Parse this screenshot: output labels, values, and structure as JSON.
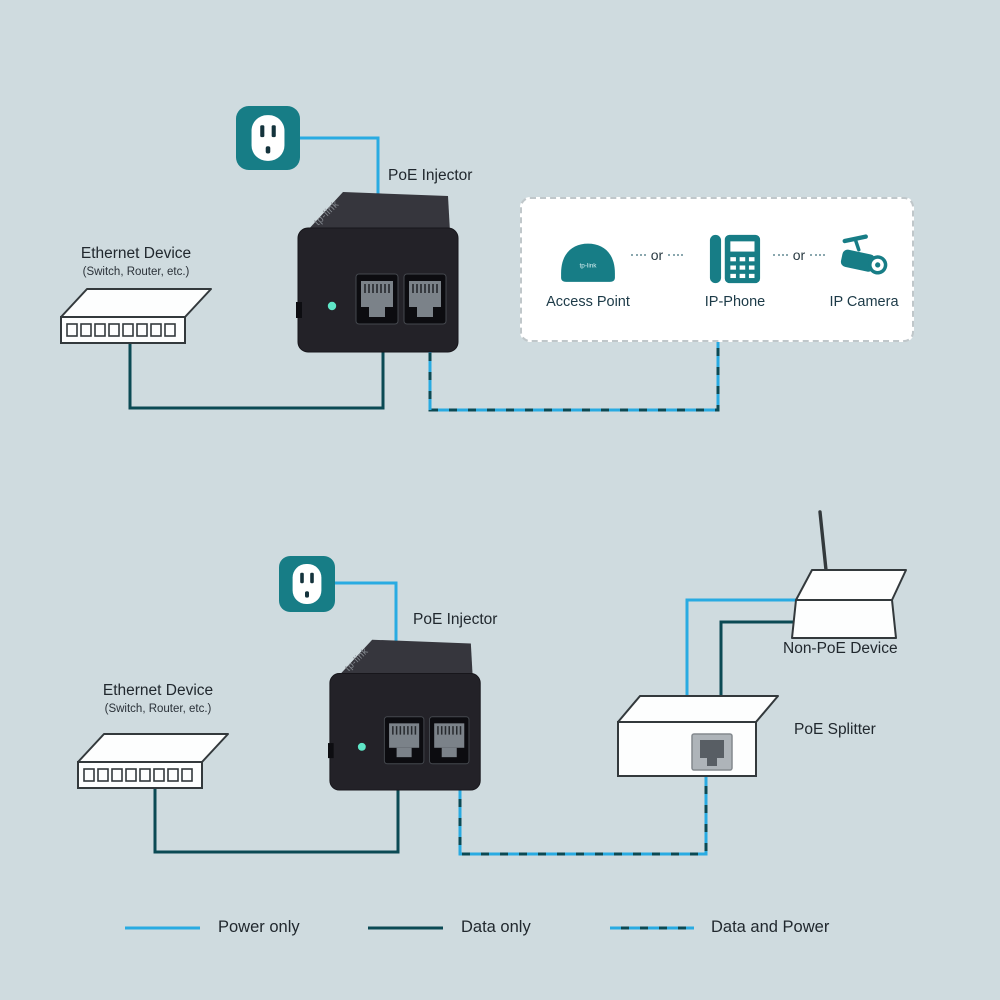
{
  "colors": {
    "background": "#cfdbdf",
    "power_line": "#29abe2",
    "data_line": "#0b4a54",
    "data_power_dash": "#29abe2",
    "icon_teal": "#177d86",
    "device_body": "#232228",
    "led_green": "#5ee6c7",
    "panel_border": "#c0c7ca"
  },
  "brand": "tp-link",
  "top": {
    "injector_label": "PoE Injector",
    "ethernet_device": {
      "title": "Ethernet Device",
      "subtitle": "(Switch, Router, etc.)"
    },
    "panel": {
      "or": "or",
      "items": [
        {
          "label": "Access Point"
        },
        {
          "label": "IP-Phone"
        },
        {
          "label": "IP Camera"
        }
      ]
    }
  },
  "bottom": {
    "injector_label": "PoE Injector",
    "ethernet_device": {
      "title": "Ethernet Device",
      "subtitle": "(Switch, Router, etc.)"
    },
    "non_poe_label": "Non-PoE Device",
    "splitter_label": "PoE Splitter"
  },
  "legend": {
    "power": "Power only",
    "data": "Data only",
    "data_power": "Data and Power"
  }
}
